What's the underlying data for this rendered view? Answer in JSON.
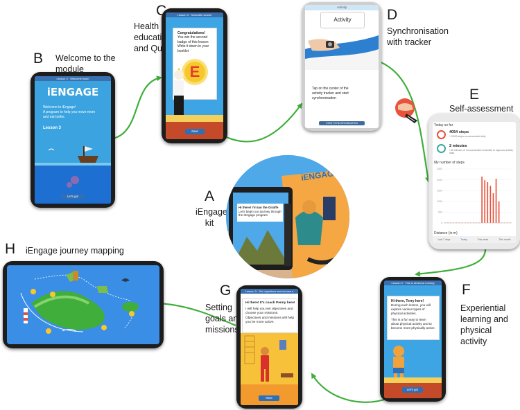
{
  "labels": {
    "A": {
      "letter": "A",
      "caption_line1": "iEngage",
      "caption_line2": "kit"
    },
    "B": {
      "letter": "B",
      "caption_line1": "Welcome to the",
      "caption_line2": "module"
    },
    "C": {
      "letter": "C",
      "caption_line1": "Health",
      "caption_line2": "education",
      "caption_line3": "and Quiz"
    },
    "D": {
      "letter": "D",
      "caption_line1": "Synchronisation",
      "caption_line2": "with tracker"
    },
    "E": {
      "letter": "E",
      "caption_line1": "Self-assessment"
    },
    "F": {
      "letter": "F",
      "caption_line1": "Experiential",
      "caption_line2": "learning and",
      "caption_line3": "physical",
      "caption_line4": "activity"
    },
    "G": {
      "letter": "G",
      "caption_line1": "Setting",
      "caption_line2": "goals and",
      "caption_line3": "missions"
    },
    "H": {
      "letter": "H",
      "caption_line1": "iEngage journey mapping"
    }
  },
  "screens": {
    "B": {
      "status": "Lesson 3 · Welcome back!",
      "logo": "iENGAGE",
      "line1": "Welcome to iEngage!",
      "line2": "A program to help you move more",
      "line3": "and eat better.",
      "lesson": "Lesson 3",
      "button": "Let's go!"
    },
    "C": {
      "status": "Lesson 3 · Scramble search",
      "title": "Congratulations!",
      "line1": "You win the second",
      "line2": "badge of this lesson",
      "line3": "Write it down in your",
      "line4": "booklet",
      "badge": "E",
      "button": "Next"
    },
    "D": {
      "status": "Activity",
      "header": "Activity",
      "line1": "Tap on the center of the",
      "line2": "activity tracker and start",
      "line3": "synchronisation",
      "button": "START SYNCHRONISATION"
    },
    "E": {
      "section1": "Today so far",
      "steps_value": "4054 steps",
      "steps_note": "/ 10000 steps recommended daily",
      "minutes_value": "2 minutes",
      "minutes_note": "/ 60 minutes of recommended moderate to vigorous activity daily",
      "section2": "My number of steps",
      "section3": "Distance (in m)",
      "tabs": [
        "Last 7 days",
        "Today",
        "This week",
        "This month"
      ]
    },
    "F": {
      "status": "Lesson 3 · This is all about running",
      "title": "Hi there, Terry here!",
      "line1": "During each lesson, you will",
      "line2": "explore various types of",
      "line3": "physical activities.",
      "line4": "This is a fun way to learn",
      "line5": "about physical activity and to",
      "line6": "become more physically active.",
      "button": "Let's go!"
    },
    "G": {
      "status": "Lesson 3 · Set objectives and choose a mission",
      "title": "Hi there! It's coach Penny here!",
      "line1": "I will help you set objectives and",
      "line2": "choose your missions.",
      "line3": "Objectives and missions will help",
      "line4": "you be more active.",
      "button": "Next"
    },
    "A": {
      "tablet_text": "Hi there! I'm Ian the Giraffe",
      "tablet_sub": "Let's begin our journey through the iEngage program",
      "booklet_title": "iENGAGE"
    }
  },
  "chart_data": {
    "type": "bar",
    "title": "My number of steps",
    "values": [
      5,
      8,
      4,
      12,
      6,
      9,
      7,
      10,
      6,
      5,
      4,
      3,
      6,
      2150,
      1980,
      1890,
      1720,
      1380,
      2050,
      1000,
      6,
      5,
      4,
      3
    ],
    "ylim": [
      0,
      2500
    ],
    "yticks": [
      0,
      500,
      1000,
      1500,
      2000,
      2500
    ],
    "color": "#e8503a"
  },
  "colors": {
    "arrow": "#3fae3a",
    "sky": "#39a7df",
    "sea": "#1d6fd1",
    "button": "#2f6fb6"
  }
}
